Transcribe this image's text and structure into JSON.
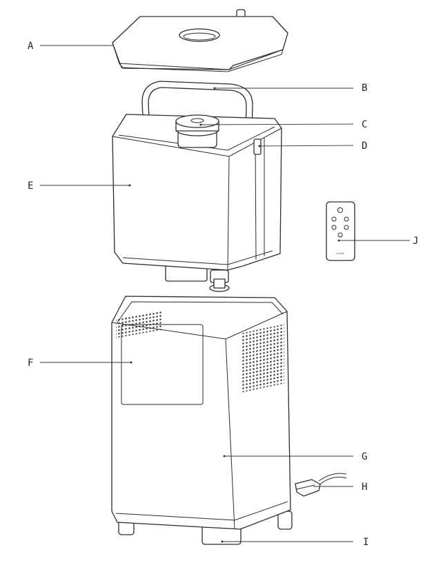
{
  "parts": [
    {
      "key": "A",
      "label": "A"
    },
    {
      "key": "B",
      "label": "B"
    },
    {
      "key": "C",
      "label": "C"
    },
    {
      "key": "D",
      "label": "D"
    },
    {
      "key": "E",
      "label": "E"
    },
    {
      "key": "F",
      "label": "F"
    },
    {
      "key": "G",
      "label": "G"
    },
    {
      "key": "H",
      "label": "H"
    },
    {
      "key": "I",
      "label": "I"
    },
    {
      "key": "J",
      "label": "J"
    }
  ],
  "remote": {
    "brand": "Coolife"
  }
}
